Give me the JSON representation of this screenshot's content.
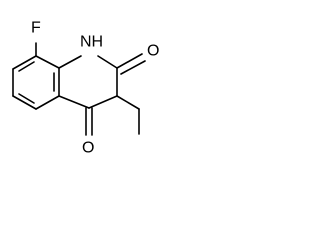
{
  "molecule": {
    "atoms": {
      "fluorine": "F",
      "nh": "NH",
      "o_c2": "O",
      "o_c4": "O"
    }
  }
}
